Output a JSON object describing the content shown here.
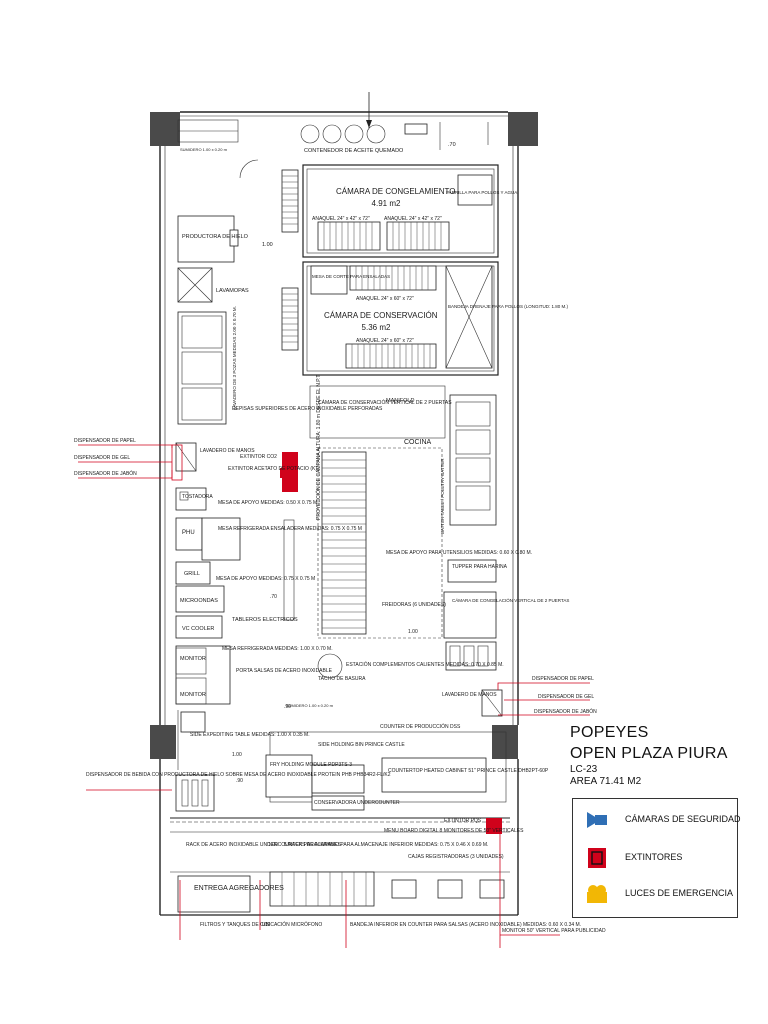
{
  "title": {
    "brand": "POPEYES",
    "location": "OPEN PLAZA PIURA",
    "code": "LC-23",
    "area": "AREA 71.41 M2"
  },
  "legend": [
    {
      "label": "CÁMARAS DE SEGURIDAD",
      "icon": "security-camera-icon",
      "color": "#2f6fb5"
    },
    {
      "label": "EXTINTORES",
      "icon": "fire-extinguisher-icon",
      "color": "#d0021b"
    },
    {
      "label": "LUCES DE EMERGENCIA",
      "icon": "emergency-light-icon",
      "color": "#f2b705"
    }
  ],
  "rooms": {
    "freezer": {
      "name": "CÁMARA DE CONGELAMIENTO",
      "area": "4.91 m2"
    },
    "conservation": {
      "name": "CÁMARA DE CONSERVACIÓN",
      "area": "5.36 m2"
    },
    "kitchen": "COCINA"
  },
  "labels": {
    "oil_container": "CONTENEDOR DE ACEITE QUEMADO",
    "ice_maker": "PRODUCTORA DE HIELO",
    "mop_sink": "LAVAMOPAS",
    "shelf_1": "ANAQUEL 24\" x 42\" x 72\"",
    "shelf_2": "ANAQUEL 24\" x 42\" x 72\"",
    "shelf_3": "ANAQUEL 24\" x 60\" x 72\"",
    "shelf_4": "ANAQUEL 24\" x 60\" x 72\"",
    "salad_table": "MESA DE CORTE PARA ENSALADAS",
    "drain_tray": "BANDEJA DRENAJE PARA POLLOS (LONGITUD: 1.80 M.)",
    "chicken_rack": "PARRILLA PARA POLLOS Y AGUA",
    "sink_3": "LAVADERO DE 3 POZAS MEDIDAS 2.00 X 0.70 M.",
    "upper_shelves": "REPISAS SUPERIORES DE ACERO INOXIDABLE PERFORADAS",
    "manifold": "MANIFOLD",
    "vert_conservation": "CÁMARA DE CONSERVACIÓN VERTICAL DE 2 PUERTAS",
    "extintor_co2": "EXTINTOR CO2",
    "extintor_k": "EXTINTOR ACETATO DE POTACIO (K)",
    "hand_sink": "LAVADERO DE MANOS",
    "paper_disp": "DISPENSADOR DE PAPEL",
    "gel_disp": "DISPENSADOR DE GEL",
    "soap_disp": "DISPENSADOR DE JABÓN",
    "toaster": "TOSTADORA",
    "support_table_1": "MESA DE APOYO MEDIDAS: 0.50 X 0.75 M.",
    "phu": "PHU",
    "refrig_table": "MESA REFRIGERADA ENSALADERA MEDIDAS: 0.75 X 0.75 M",
    "grill": "GRILL",
    "microwave": "MICROONDAS",
    "support_table_2": "MESA DE APOYO MEDIDAS: 0.75 X 0.75 M",
    "vc_cooler": "VC COOLER",
    "electric_boards": "TABLEROS ELECTRICOS",
    "monitor": "MONITOR",
    "refrig_table_2": "MESA REFRIGERADA MEDIDAS: 1.00 X 0.70 M.",
    "sauce_holder": "PORTA SALSAS DE ACERO INOXIDABLE",
    "hood": "PROYECCIÓN DE CAMPANA ALTURA: 1.80 m DESDE EL N.P.T",
    "batter_table": "BATTER TABLE / POULTRY BATTER",
    "utensil_table": "MESA DE APOYO PARA UTENSILIOS MEDIDAS: 0.60 X 0.80 M.",
    "tupper": "TUPPER PARA HARINA",
    "fryers": "FREIDORAS (6 UNIDADES)",
    "vert_freezer": "CÁMARA DE CONGELACIÓN VERTICAL DE 2 PUERTAS",
    "hot_station": "ESTACIÓN COMPLEMENTOS CALIENTES MEDIDAS: 0.70 X 0.85 M.",
    "trash": "TACHO DE BASURA",
    "expediting_table": "SIDE EXPEDITING TABLE MEDIDAS: 1.00 X 0.35 M.",
    "production_counter": "COUNTER DE PRODUCCIÓN DSS",
    "holding_bin": "SIDE HOLDING BIN PRINCE CASTLE",
    "fry_holding": "FRY HOLDING MODULE PDP3TS-3",
    "protein": "PROTEIN PHB PHB34R2-FL/K2",
    "heated_cabinet": "COUNTERTOP HEATED CABINET 51\" PRINCE CASTLE DHB2PT-60P",
    "undercounter": "CONSERVADORA UNDERCOUNTER",
    "soda_disp": "DISPENSADOR DE BEBIDA CON PRODUCTORA DE HIELO SOBRE MESA DE ACERO INOXIDABLE",
    "syrup_rack": "RACK DE ACERO INOXIDABLE UNDERCOUNTER PARA JARABES",
    "alu_racks": "5 RACKS DE ALUMINIO PARA ALMACENAJE INFERIOR MEDIDAS: 0.75 X 0.46 X 0.69 M.",
    "menu_board": "MENU BOARD DIGITAL 8 MONITORES DE 50\" VERTICALES",
    "pos": "CAJAS REGISTRADORAS (3 UNIDADES)",
    "extintor_pqs": "EXTINTOR PQS",
    "delivery": "ENTREGA AGREGADORES",
    "co2_filters": "FILTROS Y TANQUES DE CO2",
    "microphone": "UBICACIÓN MICRÓFONO",
    "sauce_tray": "BANDEJA INFERIOR EN COUNTER PARA SALSAS (ACERO INOXIDABLE) MEDIDAS: 0.60 X 0.34 M.",
    "ad_monitor": "MONITOR 50\" VERTICAL PARA PUBLICIDAD",
    "dim_070": ".70",
    "dim_100": "1.00",
    "dim_090": ".90",
    "skirting": "SUMIDERO 1.00 x 0.20 m"
  }
}
